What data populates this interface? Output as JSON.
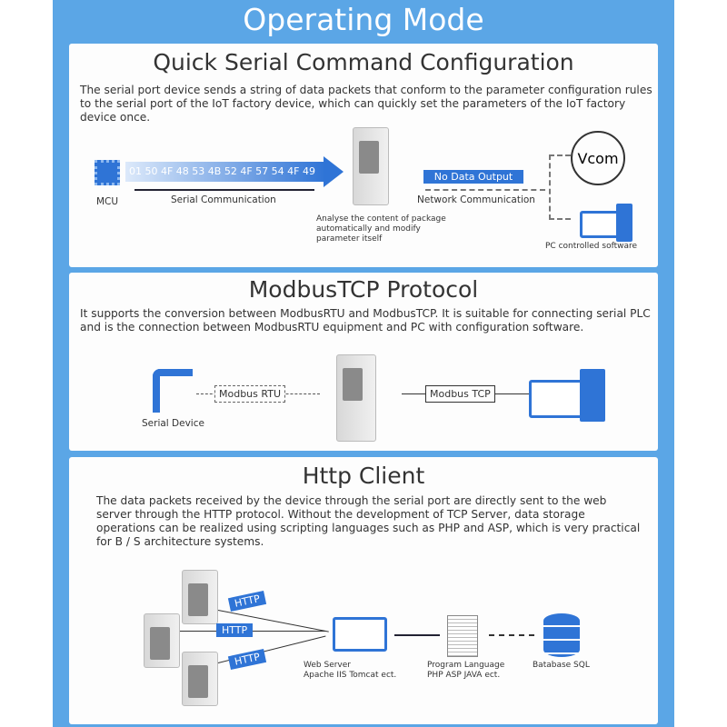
{
  "title": "Operating Mode",
  "sections": {
    "serial": {
      "title": "Quick Serial Command Configuration",
      "text": "The serial port device sends a string of data packets that conform to the parameter configuration rules to the serial port of the IoT factory device, which can quickly set the parameters of the IoT factory device once.",
      "hex": "01 50 4F 48 53 4B 52 4F 57 54 4F 49",
      "mcu": "MCU",
      "serial_comm": "Serial Communication",
      "analyse": "Analyse the content of package automatically and modify parameter itself",
      "no_data": "No Data Output",
      "network_comm": "Network Communication",
      "vcom": "Vcom",
      "pc_software": "PC controlled software"
    },
    "modbus": {
      "title": "ModbusTCP Protocol",
      "text": "It supports the conversion between ModbusRTU and ModbusTCP. It is suitable for connecting serial PLC and is the connection between ModbusRTU equipment and PC with configuration software.",
      "rtu": "Modbus RTU",
      "tcp": "Modbus TCP",
      "serial_device": "Serial Device"
    },
    "http": {
      "title": "Http Client",
      "text": "The data packets received by the device through the serial port are directly sent to the web server through the HTTP protocol. Without the development of TCP Server, data storage operations can be realized using scripting languages such as PHP and ASP, which is very practical for B / S architecture systems.",
      "http_label": "HTTP",
      "web_server": "Web Server",
      "web_server_sub": "Apache IIS Tomcat ect.",
      "program": "Program Language",
      "program_sub": "PHP ASP JAVA ect.",
      "database": "Batabase SQL"
    }
  },
  "colors": {
    "frame": "#5ba6e6",
    "accent": "#2f74d6"
  }
}
